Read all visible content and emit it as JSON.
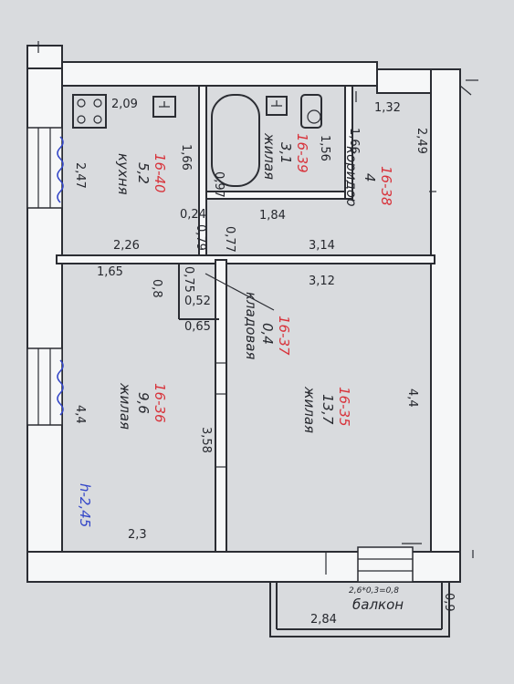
{
  "rooms": [
    {
      "id": "kitchen",
      "code": "16-40",
      "area": "5,2",
      "name": "кухня"
    },
    {
      "id": "bathroom",
      "code": "16-39",
      "area": "3,1",
      "name": "жилая"
    },
    {
      "id": "corridor",
      "code": "16-38",
      "area": "4",
      "name": "коридор"
    },
    {
      "id": "pantry",
      "code": "16-37",
      "area": "0,4",
      "name": "кладовая"
    },
    {
      "id": "living1",
      "code": "16-36",
      "area": "9,6",
      "name": "жилая"
    },
    {
      "id": "living2",
      "code": "16-35",
      "area": "13,7",
      "name": "жилая"
    }
  ],
  "dimensions": {
    "d209": "2,09",
    "d166a": "1,66",
    "d247": "2,47",
    "d226": "2,26",
    "d024": "0,24",
    "d079": "0,79",
    "d077": "0,77",
    "d184": "1,84",
    "d097": "0,97",
    "d156": "1,56",
    "d166b": "1,66",
    "d132": "1,32",
    "d249": "2,49",
    "d314": "3,14",
    "d312": "3,12",
    "d165": "1,65",
    "d075": "0,75",
    "d08": "0,8",
    "d052": "0,52",
    "d065": "0,65",
    "d44a": "4,4",
    "d358": "3,58",
    "d23": "2,3",
    "d44b": "4,4",
    "d284": "2,84",
    "d09": "0,9"
  },
  "height_note": "h-2,45",
  "balcony": {
    "name": "балкон",
    "formula": "2,6*0,3=0,8"
  }
}
